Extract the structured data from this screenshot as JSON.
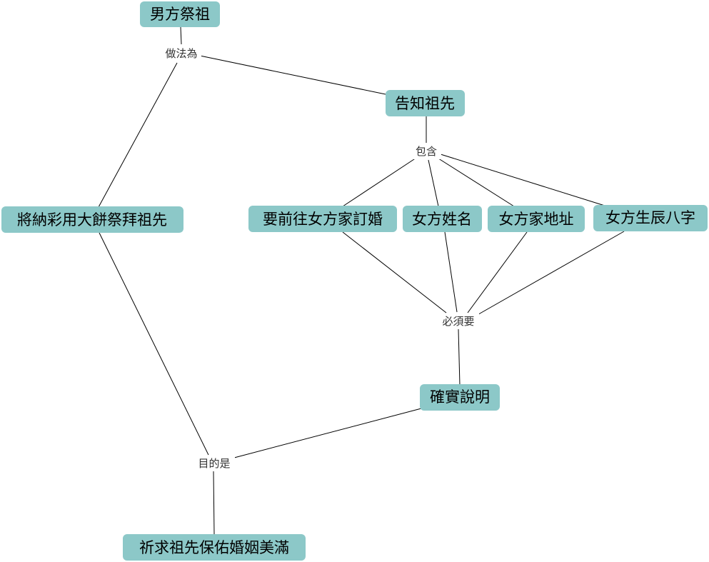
{
  "colors": {
    "node_fill": "#8cc8c8",
    "node_text": "#000000",
    "link_text": "#333333",
    "edge": "#000000"
  },
  "nodes": {
    "groom_ancestor_worship": "男方祭祖",
    "inform_ancestors": "告知祖先",
    "offer_cakes": "將納彩用大餅祭拜祖先",
    "will_propose": "要前往女方家訂婚",
    "bride_name": "女方姓名",
    "bride_address": "女方家地址",
    "bride_birth_chart": "女方生辰八字",
    "explain_truly": "確實說明",
    "pray_blessing": "祈求祖先保佑婚姻美滿"
  },
  "links": {
    "method": "做法為",
    "includes": "包含",
    "must": "必須要",
    "purpose": "目的是"
  }
}
